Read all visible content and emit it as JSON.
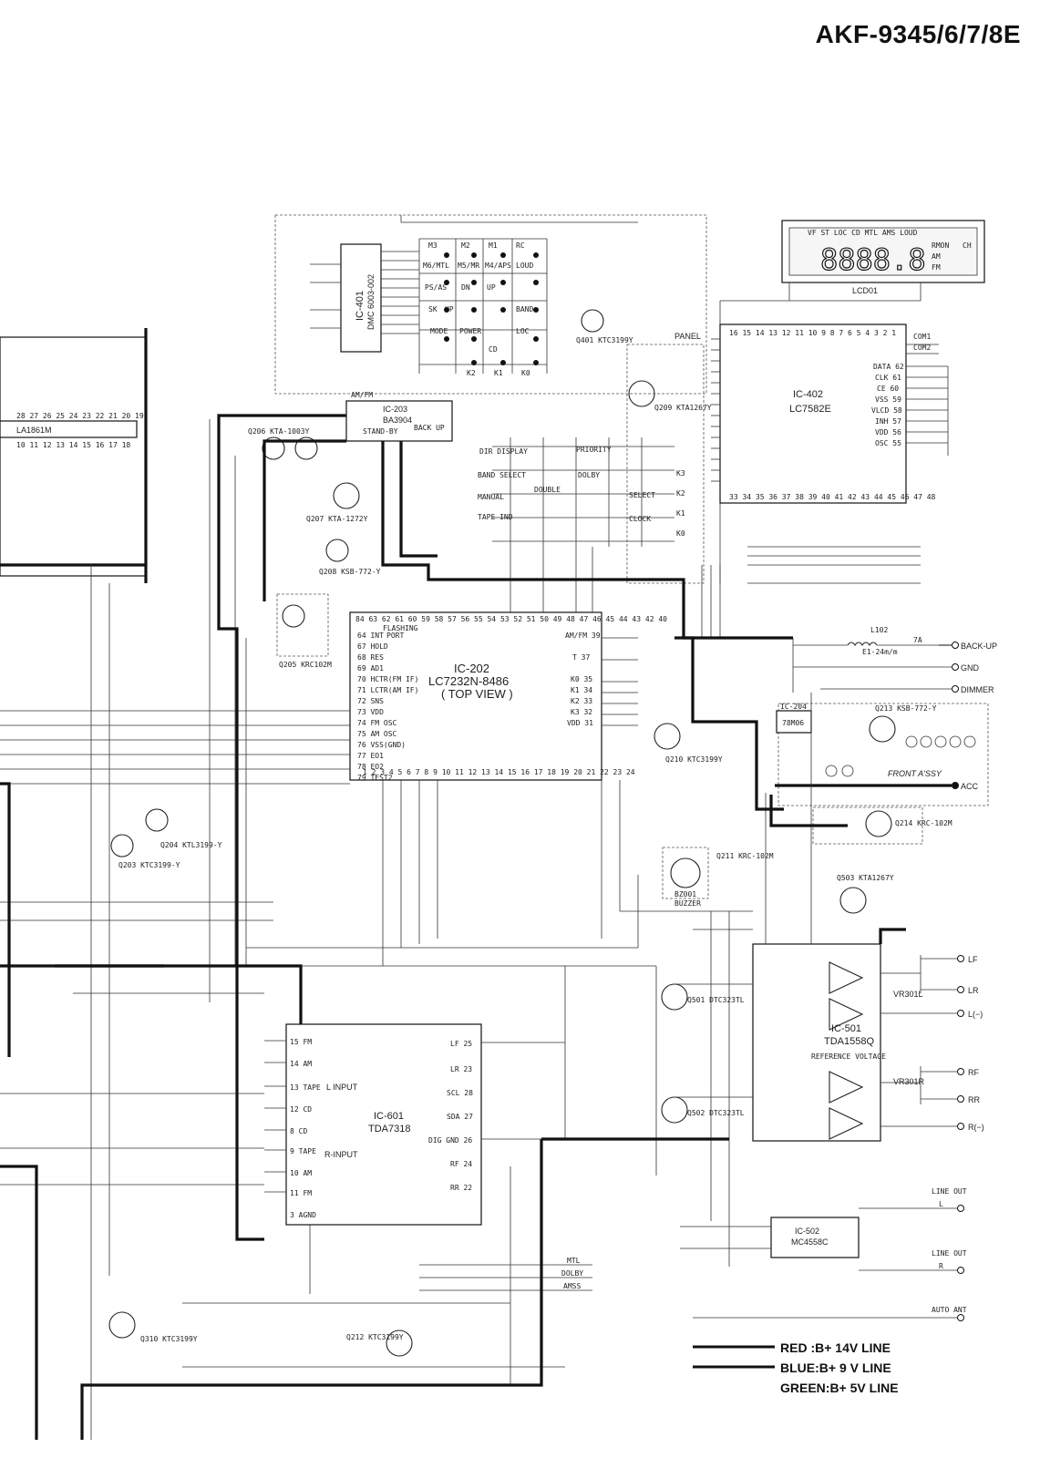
{
  "title": "AKF-9345/6/7/8E",
  "ics": {
    "ic401": {
      "ref": "IC-401",
      "part": "DMC 6003-002"
    },
    "ic402": {
      "ref": "IC-402",
      "part": "LC7582E"
    },
    "ic203": {
      "ref": "IC-203",
      "part": "BA3904"
    },
    "ic202": {
      "ref": "IC-202",
      "part": "LC7232N-8486",
      "view": "( TOP VIEW )"
    },
    "ic204": {
      "ref": "IC-204",
      "part": "78M06"
    },
    "ic601": {
      "ref": "IC-601",
      "part": "TDA7318",
      "l_input": "L INPUT",
      "r_input": "R-INPUT"
    },
    "ic501": {
      "ref": "IC-501",
      "part": "TDA1558Q",
      "ref_voltage": "REFERENCE VOLTAGE"
    },
    "ic502": {
      "ref": "IC-502",
      "part": "MC4558C"
    },
    "la": {
      "part": "LA1861M"
    }
  },
  "lcd": {
    "ref": "LCD01",
    "top_row": "VF ST LOC CD MTL AMS LOUD",
    "digits": "8888.8",
    "right_labels": [
      "RMON",
      "CH",
      "AM",
      "FM"
    ]
  },
  "connectors": {
    "back_up": "BACK-UP",
    "gnd": "GND",
    "dimmer": "DIMMER",
    "acc": "ACC",
    "lf": "LF",
    "lr": "LR",
    "l_minus": "L(−)",
    "rf": "RF",
    "rr": "RR",
    "r_minus": "R(−)",
    "line_out": "LINE OUT",
    "line_out_l": "L",
    "line_out_r": "R",
    "auto_ant": "AUTO ANT"
  },
  "misc": {
    "front_assy": "FRONT A'SSY",
    "panel": "PANEL",
    "buzzer": "BUZZER",
    "bz": "BZ001",
    "vr301l": "VR301L",
    "vr301r": "VR301R",
    "l102": "L102",
    "l102_val": "E1-24m/m",
    "fuse": "7A",
    "am_fm": "AM/FM",
    "stand_by": "STAND-BY",
    "back_up_lbl": "BACK UP",
    "mtl": "MTL",
    "dolby": "DOLBY",
    "amss": "AMSS"
  },
  "ic202_pins_left": [
    "64 INT",
    "67 HOLD",
    "68 RES",
    "69 AD1",
    "70 HCTR(FM IF)",
    "71 LCTR(AM IF)",
    "72 SNS",
    "73 VDD",
    "74 FM OSC",
    "75 AM OSC",
    "76 VSS(GND)",
    "77 EO1",
    "78 EO2",
    "79 TEST2"
  ],
  "ic202_pins_right": [
    "AM/FM 39",
    "T 37",
    "K0 35",
    "K1 34",
    "K2 33",
    "K3 32",
    "VDD 31"
  ],
  "ic402_pins_right": [
    "DATA 62",
    "CLK 61",
    "CE 60",
    "VSS 59",
    "VLCD 58",
    "INH 57",
    "VDD 56",
    "OSC 55"
  ],
  "ic601_pins_left": [
    "15 FM",
    "14 AM",
    "13 TAPE",
    "12 CD",
    "8 CD",
    "9 TAPE",
    "10 AM",
    "11 FM",
    "3 AGND"
  ],
  "ic601_pins_right": [
    "LF 25",
    "LR 23",
    "SCL 28",
    "SDA 27",
    "DIG GND 26",
    "RF 24",
    "RR 22"
  ],
  "transistors": [
    "Q401 KTC3199Y",
    "Q209 KTA1267Y",
    "Q206 KTA-1003Y",
    "Q207 KTA-1272Y",
    "Q208 KSB-772-Y",
    "Q205 KRC102M",
    "Q210 KTC3199Y",
    "Q213 KSB-772-Y",
    "Q214 KRC-102M",
    "Q211 KRC-102M",
    "Q503 KTA1267Y",
    "Q501 DTC323TL",
    "Q502 DTC323TL",
    "Q203 KTC3199-Y",
    "Q204 KTL3199-Y",
    "Q212 KTC3199Y",
    "Q310 KTC3199Y"
  ],
  "keys": [
    "M3",
    "M2",
    "M1",
    "RC",
    "M6/MTL",
    "M5/MR",
    "M4/APS",
    "LOUD",
    "PS/AS",
    "DN",
    "UP",
    "SK",
    "UP",
    "BAND",
    "MODE",
    "POWER",
    "LOC",
    "CD",
    "K2",
    "K1",
    "K0"
  ],
  "leds": [
    "DOUBLE",
    "PRIORITY",
    "DIR DISPLAY",
    "BAND SELECT",
    "MANUAL",
    "TAPE IND",
    "DOLBY",
    "CLOCK",
    "SELECT"
  ],
  "legend": [
    {
      "label": "RED :B+ 14V LINE"
    },
    {
      "label": "BLUE:B+ 9 V LINE"
    },
    {
      "label": "GREEN:B+ 5V LINE"
    }
  ]
}
